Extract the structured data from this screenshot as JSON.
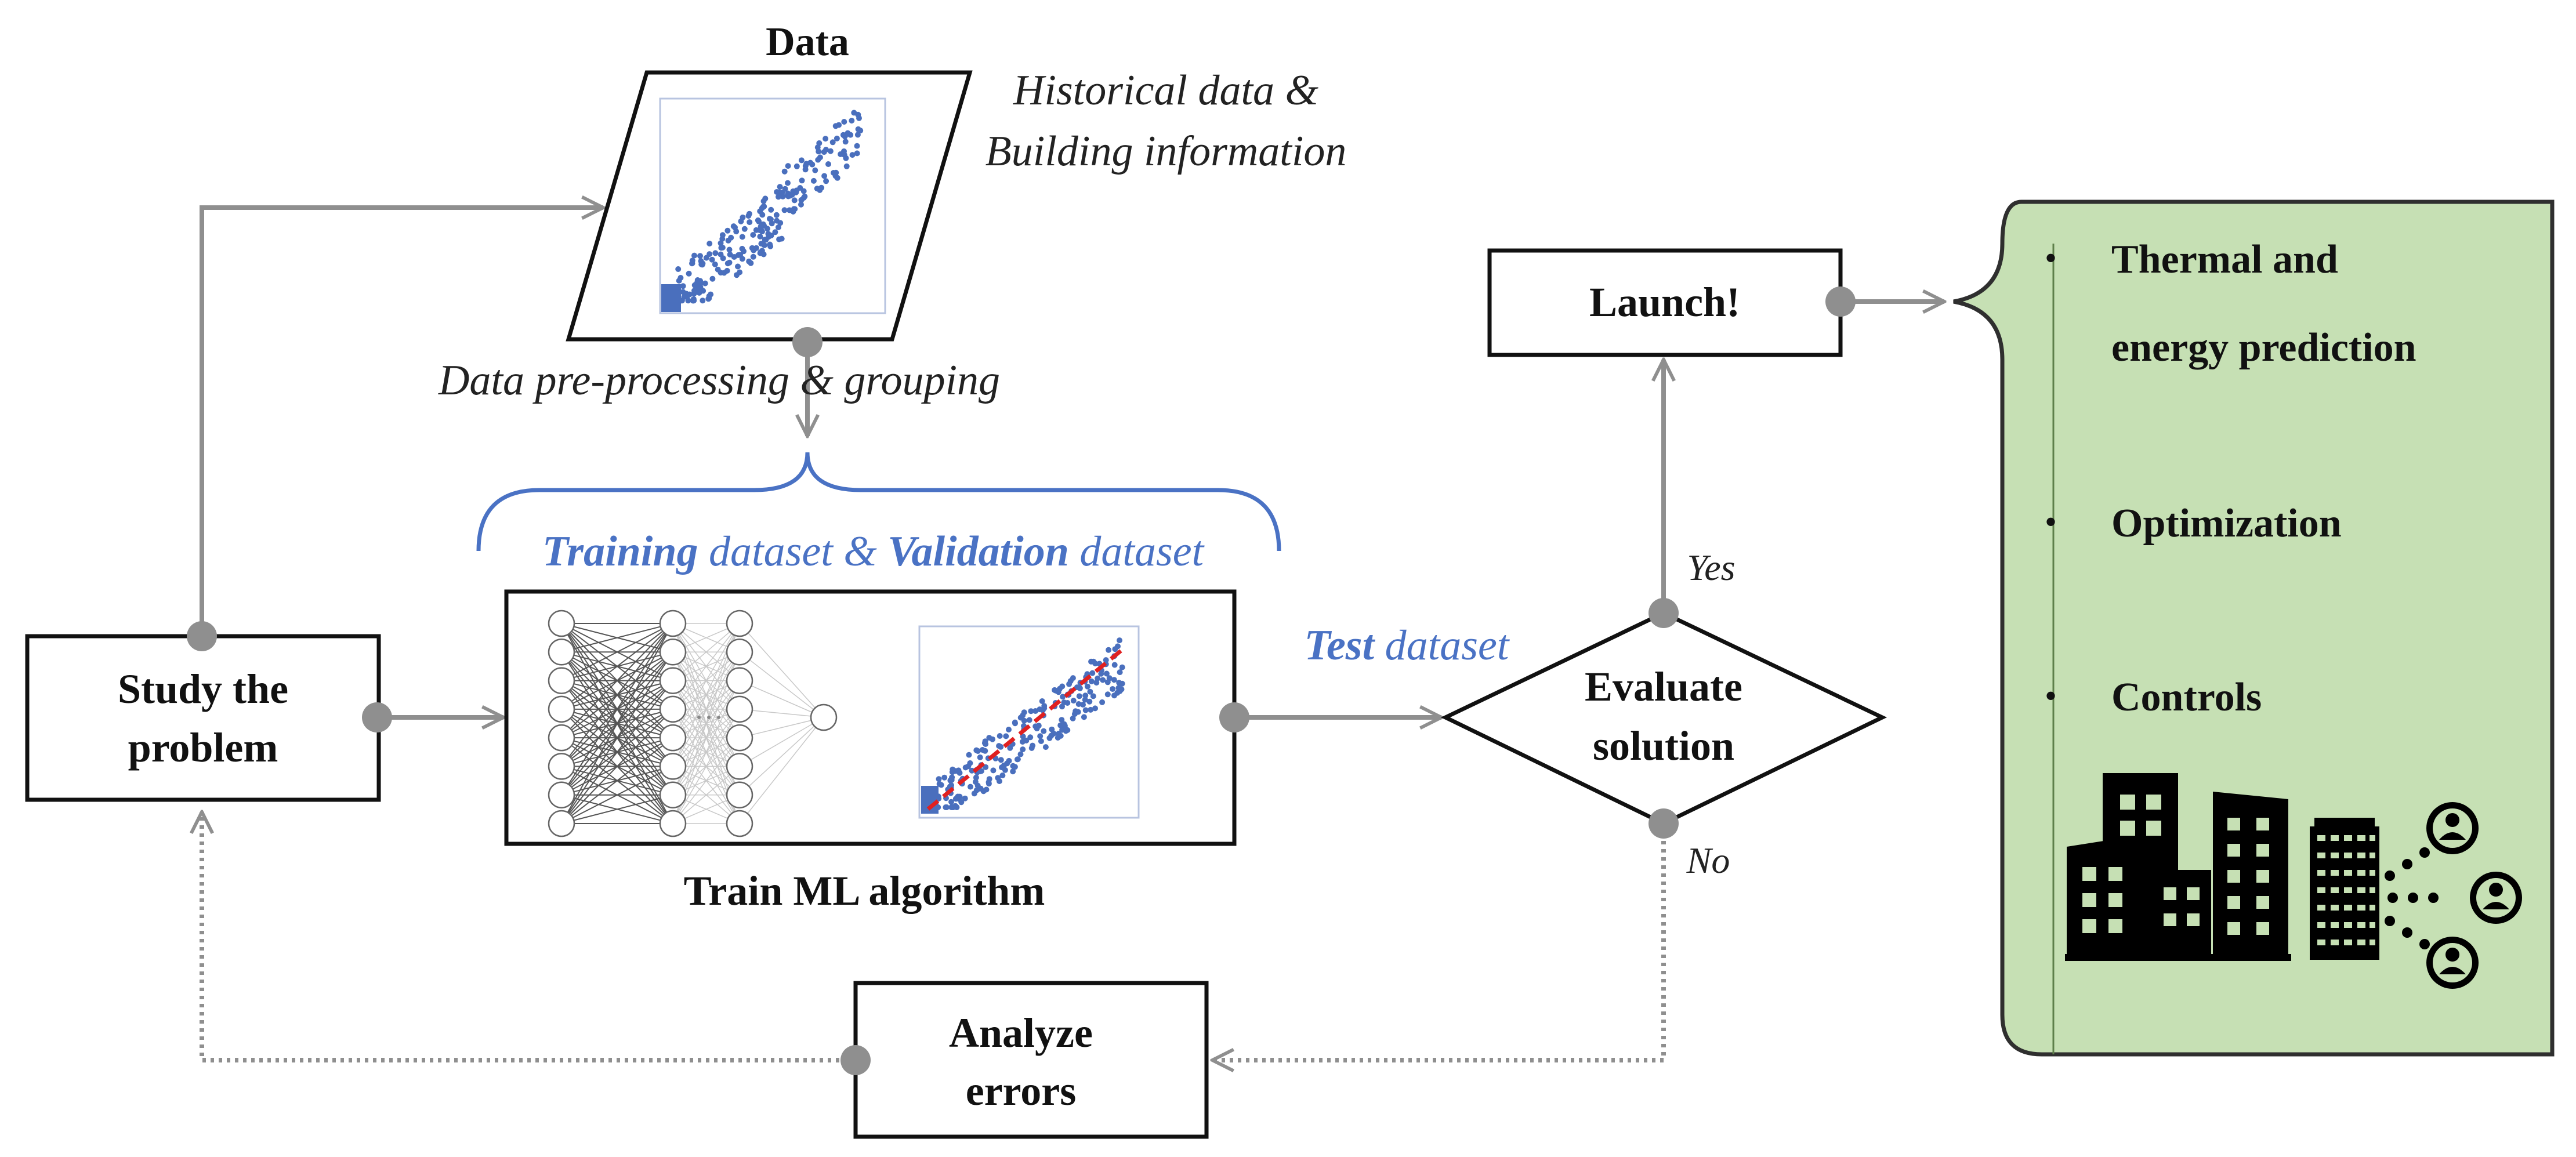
{
  "colors": {
    "accent_blue": "#4a72c4",
    "connector_gray": "#8f8f8f",
    "box_border": "#111111",
    "panel_fill": "#c6e0b4",
    "panel_border": "#2f2f2f",
    "building_fill": "#000000",
    "scatter_blue": "#4a6fbd",
    "fit_line_red": "#e02020"
  },
  "data_block": {
    "title": "Data",
    "caption_line1": "Historical data &",
    "caption_line2": "Building information",
    "preprocessing_label": "Data pre-processing & grouping"
  },
  "dataset_label": {
    "training_word": "Training",
    "middle_text": " dataset & ",
    "validation_word": "Validation",
    "end_text": " dataset"
  },
  "nodes": {
    "study_line1": "Study the",
    "study_line2": "problem",
    "train_label": "Train ML algorithm",
    "evaluate_line1": "Evaluate",
    "evaluate_line2": "solution",
    "launch": "Launch!",
    "analyze_line1": "Analyze",
    "analyze_line2": "errors"
  },
  "test_label": {
    "bold_word": "Test",
    "rest": " dataset"
  },
  "decision_labels": {
    "yes": "Yes",
    "no": "No"
  },
  "outcomes_panel": {
    "items": [
      {
        "line1": "Thermal and",
        "line2": "energy prediction"
      },
      {
        "line1": "Optimization"
      },
      {
        "line1": "Controls"
      }
    ],
    "bullet_glyph": "•",
    "icons": [
      "buildings-icon",
      "smart-building-icon",
      "occupant-icon"
    ]
  }
}
